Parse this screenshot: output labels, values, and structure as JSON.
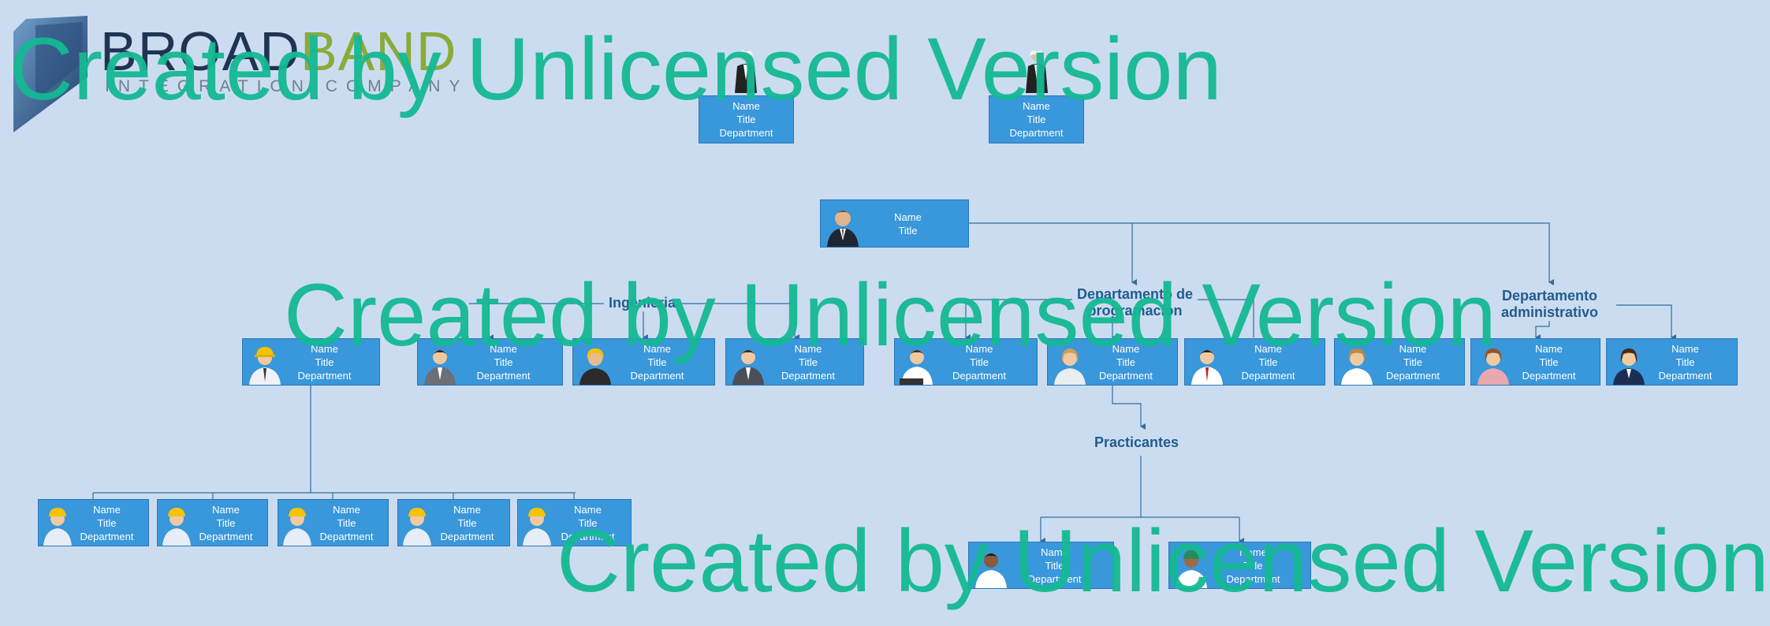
{
  "logo": {
    "brand_part1": "BROAD",
    "brand_part2": "BAND",
    "tagline": "INTEGRATION COMPANY"
  },
  "watermark_text": "Created by Unlicensed Version",
  "groups": {
    "ingenieria": "Ingenieria",
    "programacion_line1": "Departamento de",
    "programacion_line2": "programacion",
    "administrativo_line1": "Departamento",
    "administrativo_line2": "administrativo",
    "practicantes": "Practicantes"
  },
  "nodes": {
    "top_left": {
      "name": "Name",
      "title": "Title",
      "department": "Department"
    },
    "top_right": {
      "name": "Name",
      "title": "Title",
      "department": "Department"
    },
    "ceo": {
      "name": "Name",
      "title": "Title"
    },
    "ing_lead": {
      "name": "Name",
      "title": "Title",
      "department": "Department"
    },
    "ing_1": {
      "name": "Name",
      "title": "Title",
      "department": "Department"
    },
    "ing_2": {
      "name": "Name",
      "title": "Title",
      "department": "Department"
    },
    "ing_3": {
      "name": "Name",
      "title": "Title",
      "department": "Department"
    },
    "prog_1": {
      "name": "Name",
      "title": "Title",
      "department": "Department"
    },
    "prog_2": {
      "name": "Name",
      "title": "Title",
      "department": "Department"
    },
    "prog_3": {
      "name": "Name",
      "title": "Title",
      "department": "Department"
    },
    "prog_4": {
      "name": "Name",
      "title": "Title",
      "department": "Department"
    },
    "adm_1": {
      "name": "Name",
      "title": "Title",
      "department": "Department"
    },
    "adm_2": {
      "name": "Name",
      "title": "Title",
      "department": "Department"
    },
    "work_1": {
      "name": "Name",
      "title": "Title",
      "department": "Department"
    },
    "work_2": {
      "name": "Name",
      "title": "Title",
      "department": "Department"
    },
    "work_3": {
      "name": "Name",
      "title": "Title",
      "department": "Department"
    },
    "work_4": {
      "name": "Name",
      "title": "Title",
      "department": "Department"
    },
    "work_5": {
      "name": "Name",
      "title": "Title",
      "department": "Department"
    },
    "intern_1": {
      "name": "Name",
      "title": "Title",
      "department": "Department"
    },
    "intern_2": {
      "name": "Name",
      "title": "Title",
      "department": "Department"
    }
  },
  "colors": {
    "background": "#ccdcf0",
    "node_fill": "#3997db",
    "connector": "#2f6e9e",
    "group_label": "#1f5c8f",
    "watermark": "#14b994"
  }
}
